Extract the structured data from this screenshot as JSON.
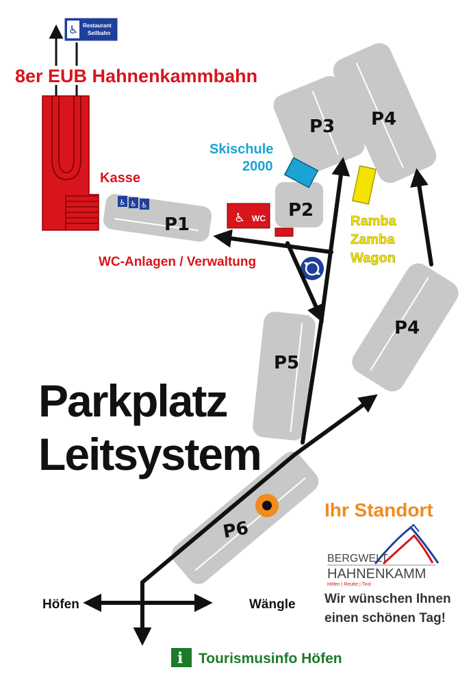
{
  "title": {
    "line1": "Parkplatz",
    "line2": "Leitsystem"
  },
  "lift": {
    "name": "8er EUB Hahnenkammbahn",
    "kasse": "Kasse"
  },
  "sign": {
    "line1": "Restaurant",
    "line2": "Seilbahn",
    "icon": "wheelchair-icon"
  },
  "lots": {
    "p1": "P1",
    "p2": "P2",
    "p3": "P3",
    "p4_top": "P4",
    "p4_right": "P4",
    "p5": "P5",
    "p6": "P6"
  },
  "poi": {
    "skischule_line1": "Skischule",
    "skischule_line2": "2000",
    "ramba_line1": "Ramba",
    "ramba_line2": "Zamba",
    "ramba_line3": "Wagon",
    "wc_label": "WC",
    "wc_anlagen": "WC-Anlagen / Verwaltung"
  },
  "directions": {
    "left": "Höfen",
    "right": "Wängle"
  },
  "standort": "Ihr Standort",
  "logo": {
    "line1": "BERGWELT",
    "line2": "HAHNENKAMM",
    "line3": "Höfen | Reutte | Tirol"
  },
  "wish": {
    "line1": "Wir wünschen Ihnen",
    "line2": "einen schönen Tag!"
  },
  "info": {
    "label": "Tourismusinfo Höfen",
    "icon_letter": "i"
  },
  "colors": {
    "lot_gray": "#c8c8c8",
    "lift_red": "#d8141c",
    "skischule_blue": "#1aa3d4",
    "ramba_yellow": "#f2e400",
    "standort_orange": "#f28a1c",
    "info_green": "#1c7a2a",
    "sign_blue": "#1f3f9a"
  }
}
